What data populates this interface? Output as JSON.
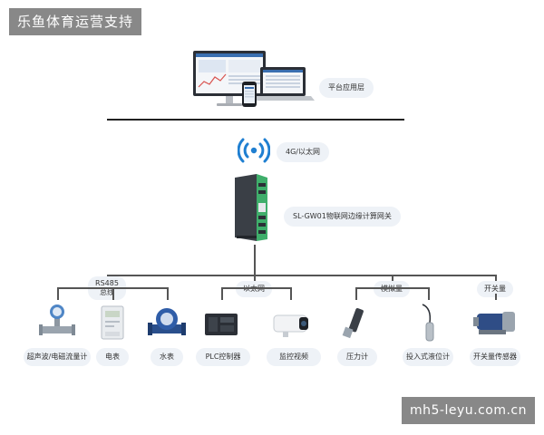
{
  "watermark_top": "乐鱼体育运营支持",
  "watermark_bottom": "mh5-leyu.com.cn",
  "platform_label": "平台应用层",
  "network_label": "4G/以太网",
  "gateway_label": "SL-GW01物联网边缘计算网关",
  "groups": {
    "rs485_line1": "RS485",
    "rs485_line2": "总线",
    "ethernet": "以太网",
    "analog": "模拟量",
    "switch": "开关量"
  },
  "devices": [
    {
      "label": "超声波/电磁流量计"
    },
    {
      "label": "电表"
    },
    {
      "label": "水表"
    },
    {
      "label": "PLC控制器"
    },
    {
      "label": "监控视频"
    },
    {
      "label": "压力计"
    },
    {
      "label": "投入式液位计"
    },
    {
      "label": "开关量传感器"
    }
  ],
  "colors": {
    "line": "#555555",
    "label_bg": "#eef2f7",
    "gateway_green": "#3fae6b",
    "signal_blue": "#1f7fd1"
  }
}
